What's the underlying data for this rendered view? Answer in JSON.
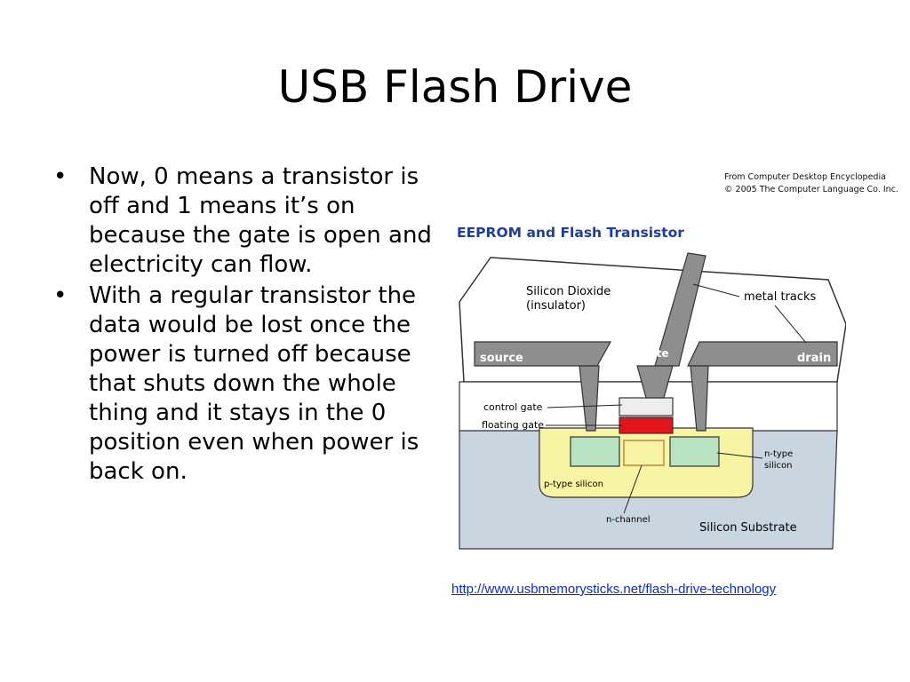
{
  "slide": {
    "title": "USB Flash Drive",
    "bullets": [
      "Now, 0 means a transistor is off and 1 means it’s on because the gate is open and electricity can flow.",
      "With a regular transistor the data would be lost once the power is turned off because that shuts down the whole thing and it stays in the 0 position even when power is back on."
    ],
    "bullet_glyph": "•",
    "source_link": "http://www.usbmemorysticks.net/flash-drive-technology"
  },
  "figure": {
    "credit_line1": "From Computer Desktop Encyclopedia",
    "credit_line2": "© 2005 The Computer Language Co. Inc.",
    "title": "EEPROM and Flash Transistor",
    "labels": {
      "silicon_dioxide": "Silicon Dioxide",
      "insulator": "(insulator)",
      "metal_tracks": "metal tracks",
      "source": "source",
      "gate": "gate",
      "drain": "drain",
      "control_gate": "control gate",
      "floating_gate": "floating gate",
      "n_type": "n-type",
      "silicon": "silicon",
      "p_type_silicon": "p-type silicon",
      "n_channel": "n-channel",
      "silicon_substrate": "Silicon Substrate"
    },
    "colors": {
      "title_blue": "#1f3d9b",
      "substrate": "#c9d6e0",
      "p_type": "#f7f4a4",
      "n_type": "#b9e4c3",
      "floating_gate": "#e3141b",
      "control_gate": "#ededed",
      "metal": "#8e8e8e",
      "link_blue": "#0b2bd6"
    }
  }
}
